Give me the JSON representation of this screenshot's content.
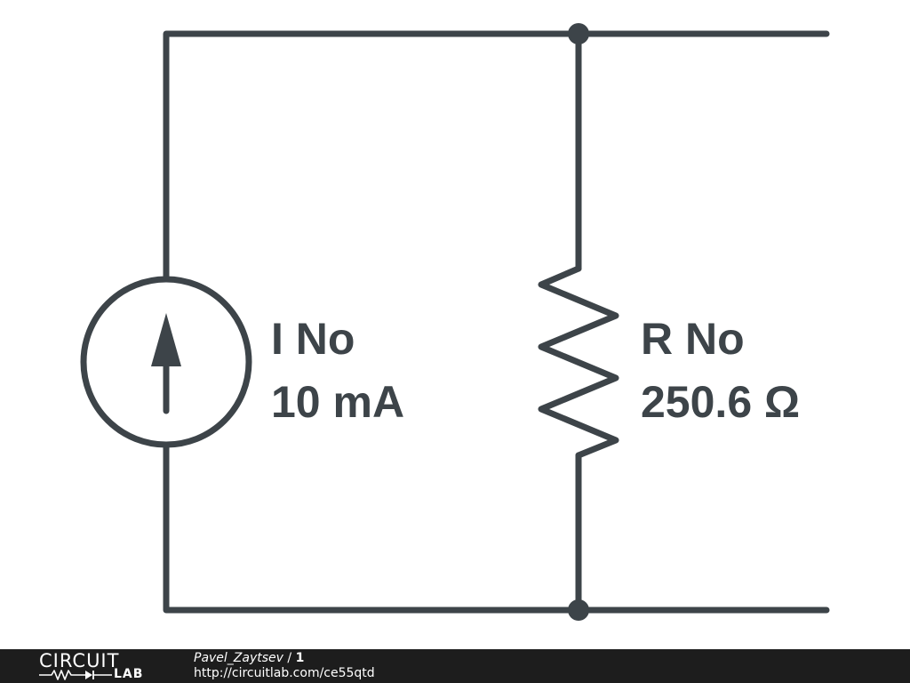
{
  "colors": {
    "wire": "#3d4449",
    "footer_bg": "#1d1d1d",
    "footer_text": "#ffffff",
    "background": "#ffffff"
  },
  "components": {
    "current_source": {
      "name": "I No",
      "value": "10 mA",
      "icon": "current-source-arrow-up-icon"
    },
    "resistor": {
      "name": "R No",
      "value": "250.6 Ω",
      "icon": "resistor-zigzag-icon"
    }
  },
  "footer": {
    "brand_top": "CIRCUIT",
    "brand_bottom": "LAB",
    "author": "Pavel_Zaytsev",
    "separator": " / ",
    "revision": "1",
    "url": "http://circuitlab.com/ce55qtd"
  }
}
